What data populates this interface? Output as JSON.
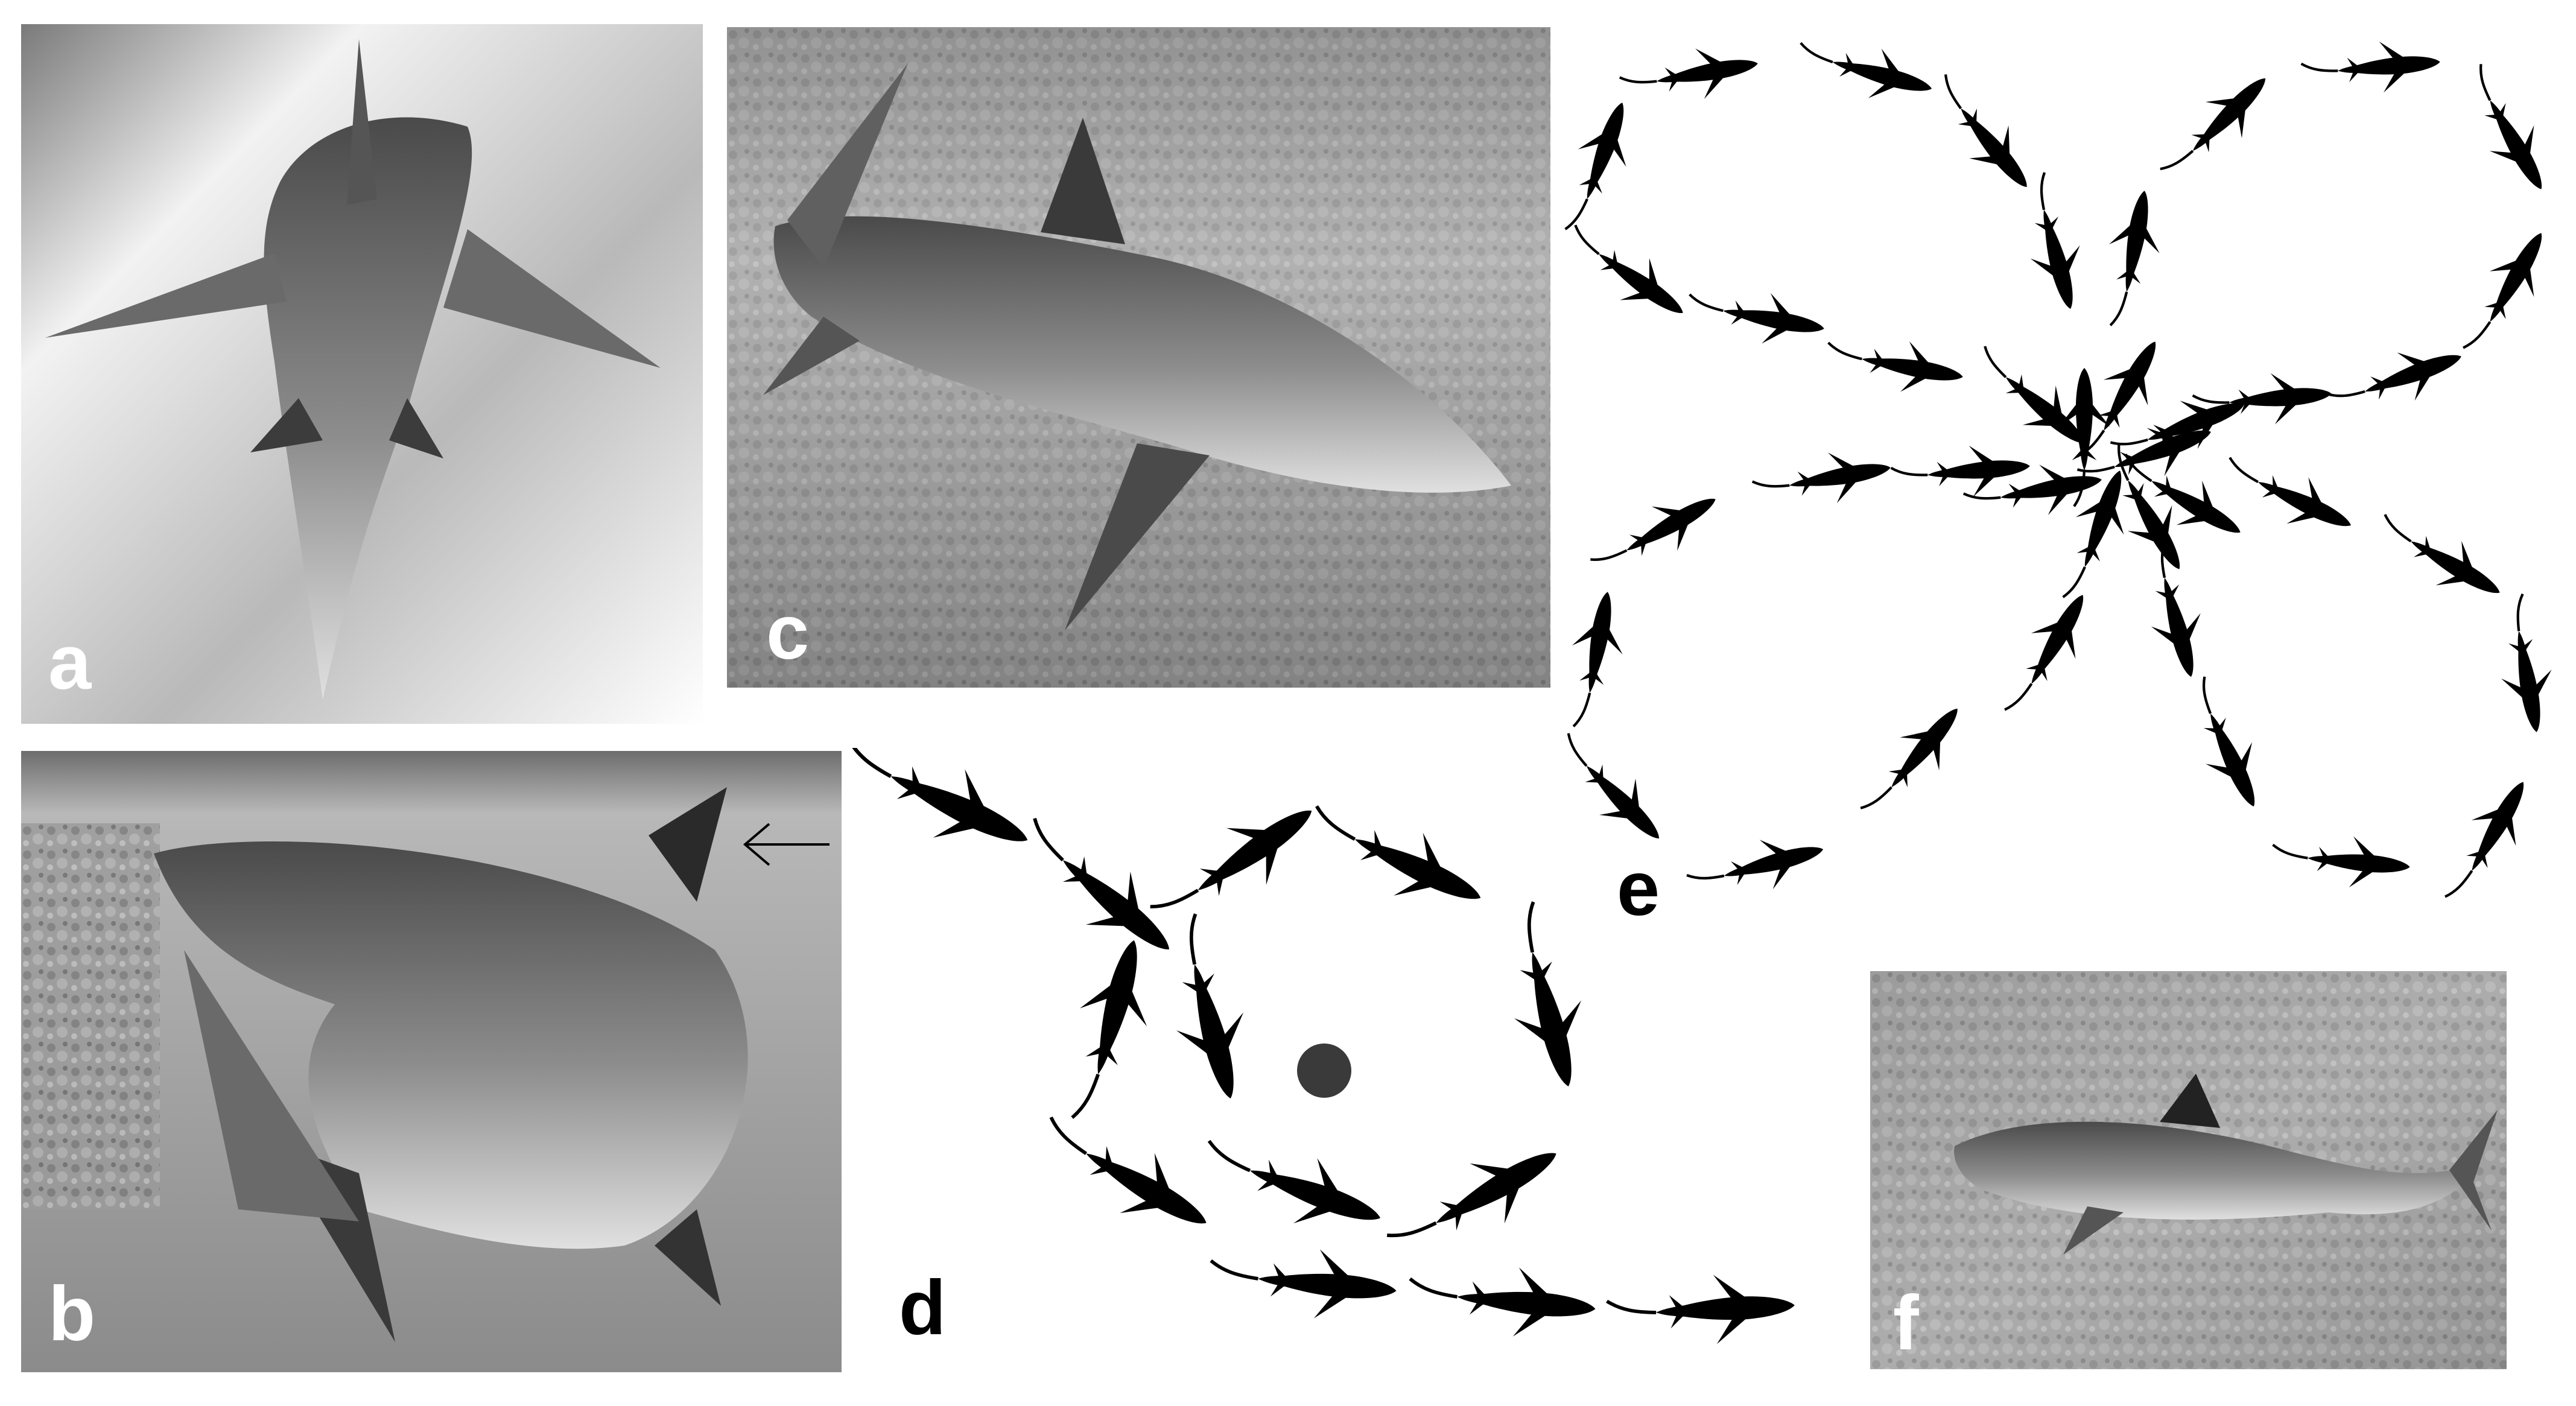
{
  "figure": {
    "panels": [
      {
        "id": "a",
        "label": "a",
        "kind": "photo"
      },
      {
        "id": "b",
        "label": "b",
        "kind": "photo"
      },
      {
        "id": "c",
        "label": "c",
        "kind": "photo"
      },
      {
        "id": "d",
        "label": "d",
        "kind": "schematic"
      },
      {
        "id": "e",
        "label": "e",
        "kind": "schematic"
      },
      {
        "id": "f",
        "label": "f",
        "kind": "photo"
      }
    ]
  },
  "colors": {
    "silhouette": "#000000",
    "center_dot": "#3a3a3a",
    "background": "#ffffff"
  },
  "icons": {
    "shark": "shark-silhouette-icon",
    "arrow": "left-arrow-icon"
  }
}
